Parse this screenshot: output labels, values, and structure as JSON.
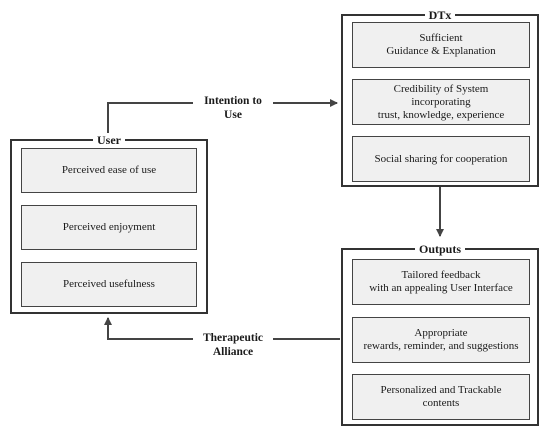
{
  "user": {
    "title": "User",
    "items": [
      {
        "label": "Perceived ease of use"
      },
      {
        "label": "Perceived enjoyment"
      },
      {
        "label": "Perceived usefulness"
      }
    ]
  },
  "dtx": {
    "title": "DTx",
    "items": [
      {
        "label": "Sufficient\nGuidance & Explanation"
      },
      {
        "label": "Credibility of System\nincorporating\ntrust, knowledge, experience"
      },
      {
        "label": "Social sharing for cooperation"
      }
    ]
  },
  "outputs": {
    "title": "Outputs",
    "items": [
      {
        "label": "Tailored feedback\nwith an appealing User Interface"
      },
      {
        "label": "Appropriate\nrewards, reminder, and suggestions"
      },
      {
        "label": "Personalized and Trackable\ncontents"
      }
    ]
  },
  "connectors": {
    "intention": "Intention to\nUse",
    "alliance": "Therapeutic\nAlliance"
  }
}
